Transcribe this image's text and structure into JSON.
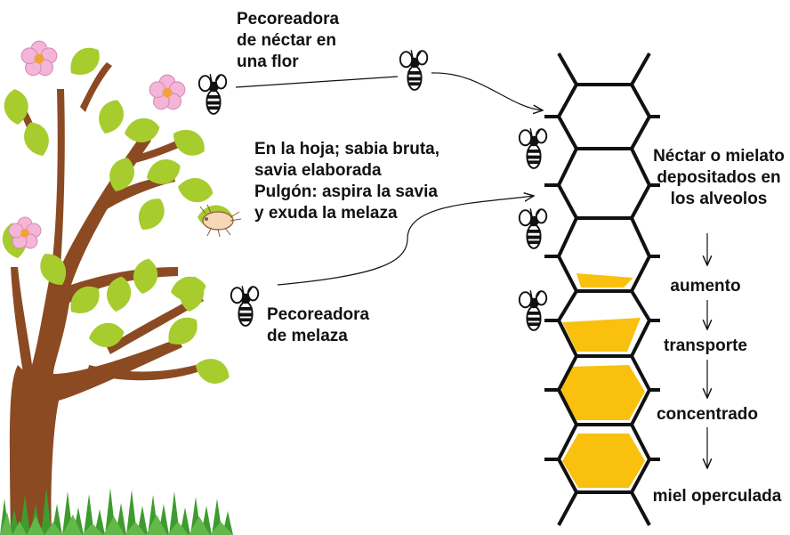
{
  "labels": {
    "nectar_forager": "Pecoreadora\nde néctar en\nuna flor",
    "leaf_text": "En la hoja; sabia bruta,\nsavia elaborada\nPulgón: aspira la savia\ny exuda la melaza",
    "honeydew_forager": "Pecoreadora\nde melaza"
  },
  "process_steps": [
    "Néctar o mielato\ndepositados en\nlos alveolos",
    "aumento",
    "transporte",
    "concentrado",
    "miel operculada"
  ],
  "colors": {
    "trunk": "#8B4A22",
    "leaf": "#A6CC2E",
    "flower": "#F4B6D8",
    "flower_center": "#F2A23A",
    "honey": "#F9C10E",
    "comb": "#111111",
    "grass": "#3E9B2E"
  },
  "icons": [
    "tree",
    "flower-icon",
    "bee-icon",
    "aphid-icon",
    "honeycomb",
    "grass"
  ]
}
